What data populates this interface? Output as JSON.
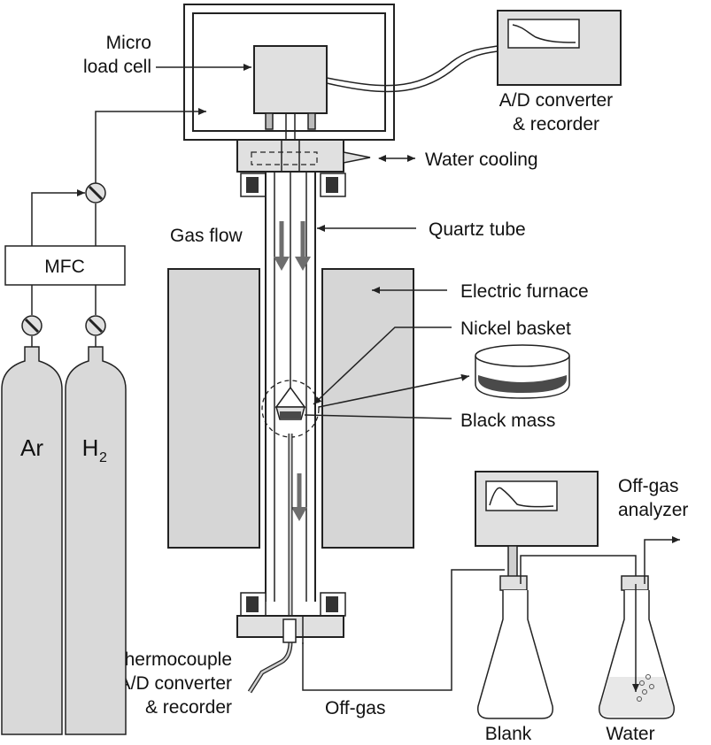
{
  "colors": {
    "furnace_fill": "#d6d6d6",
    "device_fill": "#e0e0e0",
    "cylinder_fill": "#d9d9d9",
    "sample_fill": "#4a4a4a",
    "flow_arrow": "#6e6e6e",
    "line": "#222222"
  },
  "labels": {
    "micro_load_cell_1": "Micro",
    "micro_load_cell_2": "load cell",
    "ad_converter_1": "A/D converter",
    "ad_converter_2": "& recorder",
    "water_cooling": "Water cooling",
    "gas_flow": "Gas flow",
    "quartz_tube": "Quartz tube",
    "mfc": "MFC",
    "electric_furnace": "Electric furnace",
    "nickel_basket": "Nickel basket",
    "black_mass": "Black mass",
    "argon": "Ar",
    "hydrogen": "H",
    "hydrogen_subscript": "2",
    "offgas_analyzer_1": "Off-gas",
    "offgas_analyzer_2": "analyzer",
    "thermocouple_1": "Thermocouple",
    "thermocouple_2": "to A/D converter",
    "thermocouple_3": "& recorder",
    "offgas": "Off-gas",
    "blank": "Blank",
    "water": "Water"
  }
}
